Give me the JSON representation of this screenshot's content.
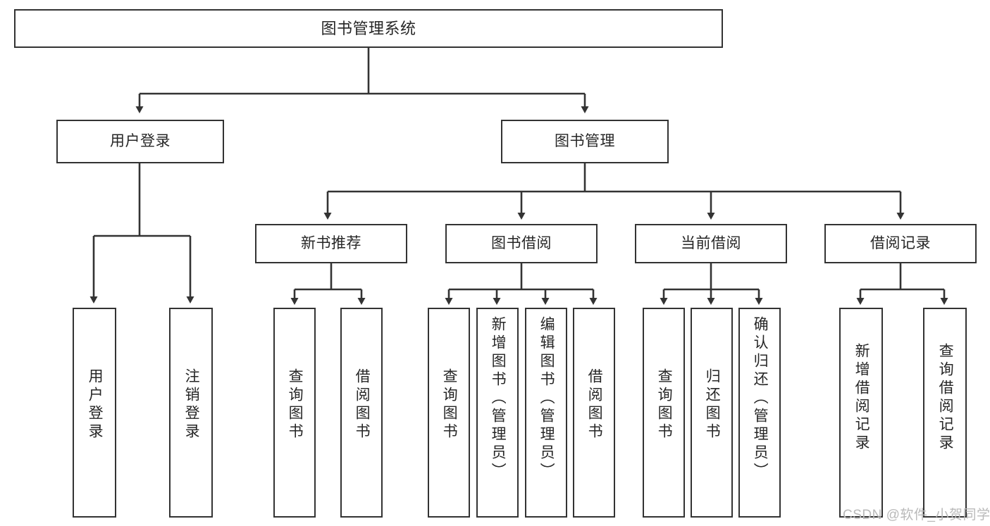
{
  "diagram": {
    "title": "图书管理系统",
    "type": "tree-hierarchy",
    "colors": {
      "stroke": "#333333",
      "fill": "#ffffff",
      "text": "#262626",
      "watermark": "#b9b9b9"
    },
    "root": {
      "label": "图书管理系统"
    },
    "level2": [
      {
        "label": "用户登录"
      },
      {
        "label": "图书管理"
      }
    ],
    "level3": [
      {
        "label": "新书推荐"
      },
      {
        "label": "图书借阅"
      },
      {
        "label": "当前借阅"
      },
      {
        "label": "借阅记录"
      }
    ],
    "leaves": {
      "user_login": [
        {
          "label": "用户登录"
        },
        {
          "label": "注销登录"
        }
      ],
      "new_book": [
        {
          "label": "查询图书"
        },
        {
          "label": "借阅图书"
        }
      ],
      "book_borrow": [
        {
          "label": "查询图书"
        },
        {
          "label": "新增图书（管理员）"
        },
        {
          "label": "编辑图书（管理员）"
        },
        {
          "label": "借阅图书"
        }
      ],
      "current_borrow": [
        {
          "label": "查询图书"
        },
        {
          "label": "归还图书"
        },
        {
          "label": "确认归还（管理员）"
        }
      ],
      "borrow_record": [
        {
          "label": "新增借阅记录"
        },
        {
          "label": "查询借阅记录"
        }
      ]
    }
  },
  "watermark": {
    "text": "CSDN @软件_小贺同学"
  }
}
